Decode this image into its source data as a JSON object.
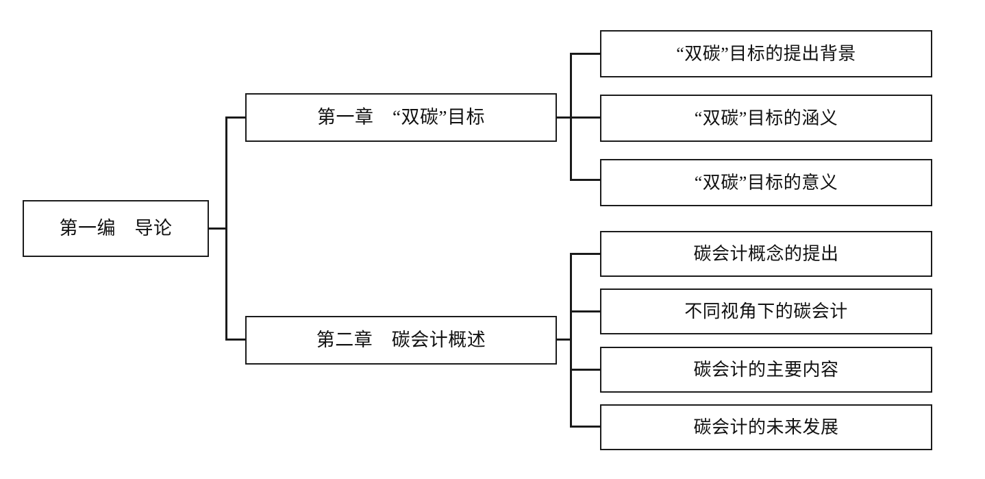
{
  "diagram": {
    "type": "tree",
    "orientation": "left-to-right",
    "title": "第一编　导论",
    "root": {
      "label": "第一编　导论"
    },
    "chapters": [
      {
        "label": "第一章　“双碳”目标",
        "children": [
          {
            "label": "“双碳”目标的提出背景"
          },
          {
            "label": "“双碳”目标的涵义"
          },
          {
            "label": "“双碳”目标的意义"
          }
        ]
      },
      {
        "label": "第二章　碳会计概述",
        "children": [
          {
            "label": "碳会计概念的提出"
          },
          {
            "label": "不同视角下的碳会计"
          },
          {
            "label": "碳会计的主要内容"
          },
          {
            "label": "碳会计的未来发展"
          }
        ]
      }
    ],
    "leaves_flat": [
      "“双碳”目标的提出背景",
      "“双碳”目标的涵义",
      "“双碳”目标的意义",
      "碳会计概念的提出",
      "不同视角下的碳会计",
      "碳会计的主要内容",
      "碳会计的未来发展"
    ],
    "colors": {
      "background": "#ffffff",
      "border": "#1a1a1a",
      "text": "#111111",
      "connector": "#1a1a1a"
    }
  }
}
